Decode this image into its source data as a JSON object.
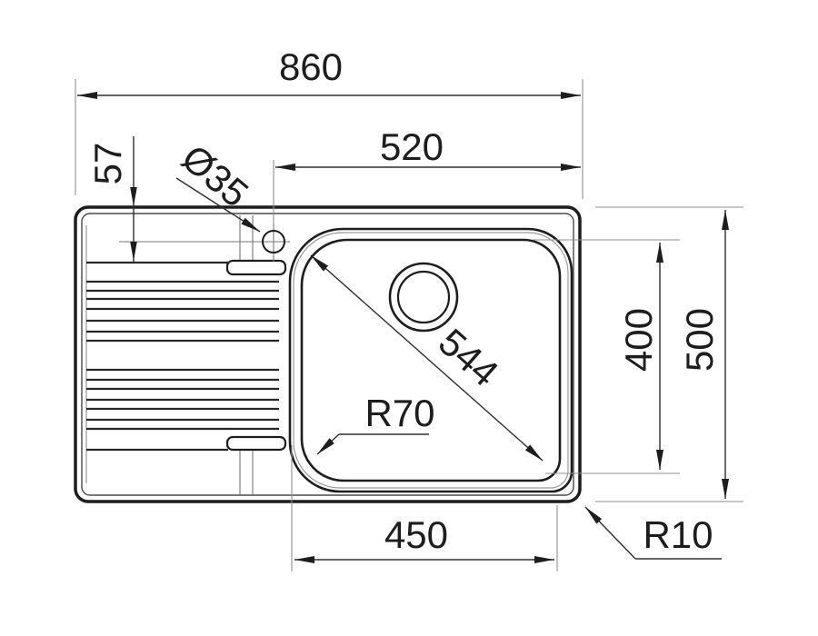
{
  "drawing": {
    "type": "technical-drawing",
    "subject": "inset kitchen sink with left drainboard, single bowl, top view",
    "labels": {
      "overall_width": "860",
      "width_to_faucet": "520",
      "faucet_edge_offset": "57",
      "faucet_hole_diameter": "Ø35",
      "bowl_diagonal": "544",
      "bowl_depth": "400",
      "overall_depth": "500",
      "bowl_width": "450",
      "bowl_corner_radius": "R70",
      "sink_corner_radius": "R10"
    },
    "colors": {
      "line": "#1d1d1d",
      "extension_line": "#909090",
      "background": "#ffffff"
    }
  }
}
